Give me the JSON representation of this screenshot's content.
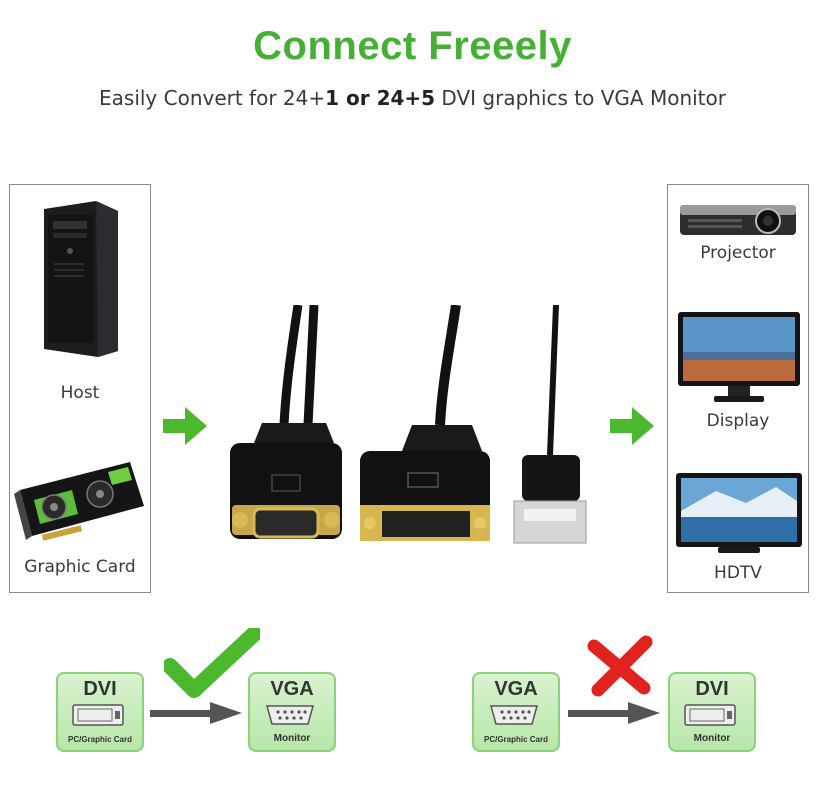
{
  "header": {
    "title": "Connect Freeely",
    "subtitle_pre": "Easily Convert for 24+",
    "subtitle_b1": "1 or 24+5",
    "subtitle_post": " DVI graphics to VGA Monitor"
  },
  "left_panel": {
    "items": [
      {
        "label": "Host"
      },
      {
        "label": "Graphic Card"
      }
    ]
  },
  "right_panel": {
    "items": [
      {
        "label": "Projector"
      },
      {
        "label": "Display"
      },
      {
        "label": "HDTV"
      }
    ]
  },
  "bottom": {
    "valid": {
      "from_top": "DVI",
      "from_bottom": "PC/Graphic Card",
      "to_top": "VGA",
      "to_bottom": "Monitor"
    },
    "invalid": {
      "from_top": "VGA",
      "from_bottom": "PC/Graphic Card",
      "to_top": "DVI",
      "to_bottom": "Monitor"
    }
  },
  "colors": {
    "accent_green": "#45b035",
    "check_green": "#4cb82e",
    "cross_red": "#e0231f"
  }
}
